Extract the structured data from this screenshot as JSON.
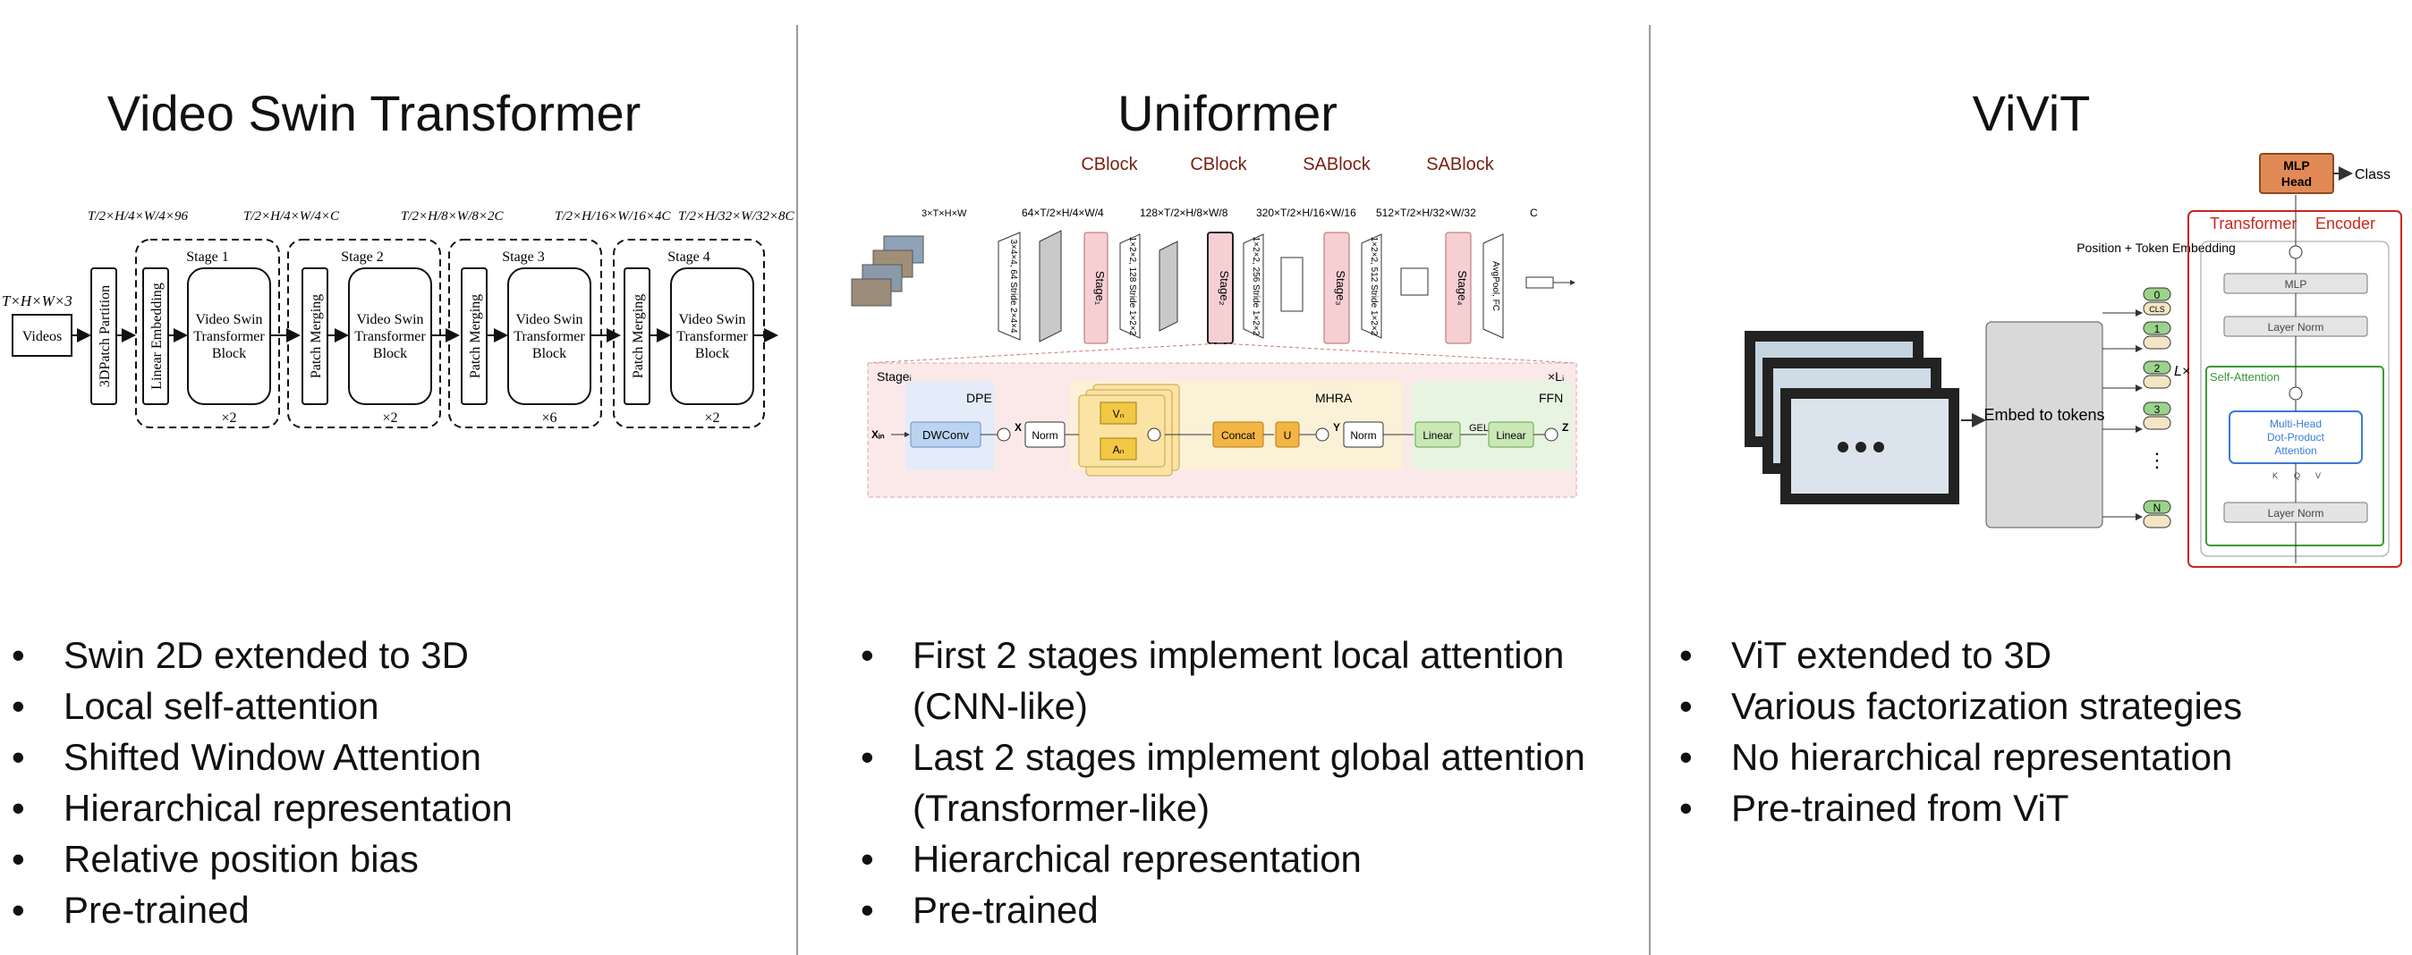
{
  "columns": [
    {
      "title": "Video Swin Transformer",
      "bullets": [
        "Swin 2D extended to 3D",
        "Local self-attention",
        "Shifted Window Attention",
        "Hierarchical representation",
        "Relative position bias",
        "Pre-trained"
      ],
      "diagram": {
        "input_dim": "T×H×W×3",
        "input_label": "Videos",
        "partition_label": "3DPatch Partition",
        "embed_label": "Linear Embedding",
        "merge_label": "Patch Merging",
        "block_label": "Video Swin Transformer Block",
        "stages": [
          {
            "name": "Stage 1",
            "repeat": "×2",
            "dim": "T/2×H/4×W/4×96"
          },
          {
            "name": "Stage 2",
            "repeat": "×2",
            "dim": "T/2×H/4×W/4×C"
          },
          {
            "name": "Stage 3",
            "repeat": "×6",
            "dim": "T/2×H/8×W/8×2C"
          },
          {
            "name": "Stage 4",
            "repeat": "×2",
            "dim": "T/2×H/16×W/16×4C"
          }
        ],
        "final_dim": "T/2×H/32×W/32×8C"
      }
    },
    {
      "title": "Uniformer",
      "bullets": [
        "First 2 stages implement local attention (CNN-like)",
        "Last 2 stages implement global attention (Transformer-like)",
        "Hierarchical representation",
        "Pre-trained"
      ],
      "diagram": {
        "block_types": [
          "CBlock",
          "CBlock",
          "SABlock",
          "SABlock"
        ],
        "input_dim": "3×T×H×W",
        "stage_labels": [
          "Stage₁",
          "Stage₂",
          "Stage₃",
          "Stage₄"
        ],
        "conv_labels": [
          "3×4×4, 64 Stride 2×4×4",
          "1×2×2, 128 Stride 1×2×2",
          "1×2×2, 256 Stride 1×2×2",
          "1×2×2, 512 Stride 1×2×2"
        ],
        "dims": [
          "64×T/2×H/4×W/4",
          "128×T/2×H/8×W/8",
          "320×T/2×H/16×W/16",
          "512×T/2×H/32×W/32"
        ],
        "pool_label": "AvgPool, FC",
        "out_label": "C",
        "detail": {
          "stage_i": "Stageᵢ",
          "repeat": "×Lᵢ",
          "dpe": "DPE",
          "mhra": "MHRA",
          "ffn": "FFN",
          "dwconv": "DWConv",
          "norm": "Norm",
          "vn": "Vₙ",
          "an": "Aₙ",
          "concat": "Concat",
          "u": "U",
          "linear": "Linear",
          "gelu": "GELU",
          "xin": "Xᵢₙ",
          "x": "X",
          "y": "Y",
          "z": "Z"
        }
      }
    },
    {
      "title": "ViViT",
      "bullets": [
        "ViT extended to 3D",
        "Various factorization strategies",
        "No hierarchical representation",
        "Pre-trained from ViT"
      ],
      "diagram": {
        "mlp_head": "MLP Head",
        "class_label": "Class",
        "encoder_title_a": "Transformer",
        "encoder_title_b": "Encoder",
        "pos_embed": "Position + Token Embedding",
        "embed_tokens": "Embed to tokens",
        "tokens": [
          "0",
          "CLS",
          "1",
          "2",
          "3",
          "N"
        ],
        "ellipsis": "⋮",
        "layers": "L×",
        "mlp": "MLP",
        "layer_norm": "Layer Norm",
        "self_attention": "Self-Attention",
        "mhdpa": "Multi-Head Dot-Product Attention",
        "kqv": [
          "K",
          "Q",
          "V"
        ]
      }
    }
  ],
  "colors": {
    "cblock": "#7a1f12",
    "stage_fill": "#f6cfd2",
    "encoder_red": "#c8281e",
    "attn_green": "#3a9a3a",
    "mlp_orange": "#e28a55",
    "attn_blue": "#3a7bd5"
  }
}
